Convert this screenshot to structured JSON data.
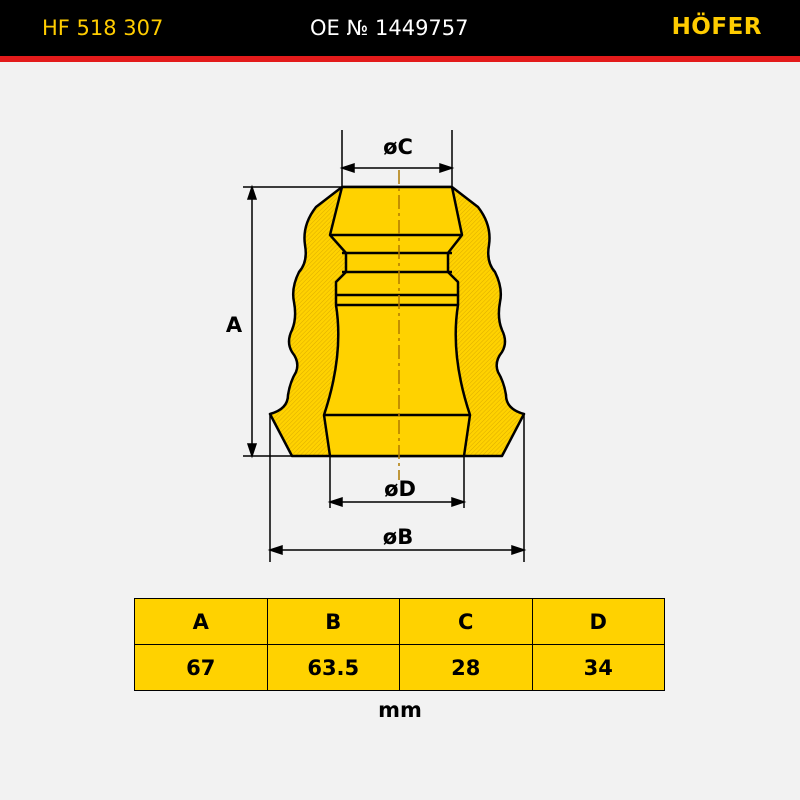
{
  "header": {
    "part_number": "HF 518 307",
    "oe_number": "OE № 1449757",
    "brand": "HÖFER"
  },
  "drawing": {
    "label_c": "øC",
    "label_a": "A",
    "label_d": "øD",
    "label_b": "øB"
  },
  "table": {
    "headers": [
      "A",
      "B",
      "C",
      "D"
    ],
    "values": [
      "67",
      "63.5",
      "28",
      "34"
    ]
  },
  "unit": "mm",
  "colors": {
    "header_bg": "#000000",
    "accent_line": "#e31b1b",
    "brand_yellow": "#ffcc00",
    "part_fill": "#ffd200",
    "background": "#f2f2f2"
  }
}
